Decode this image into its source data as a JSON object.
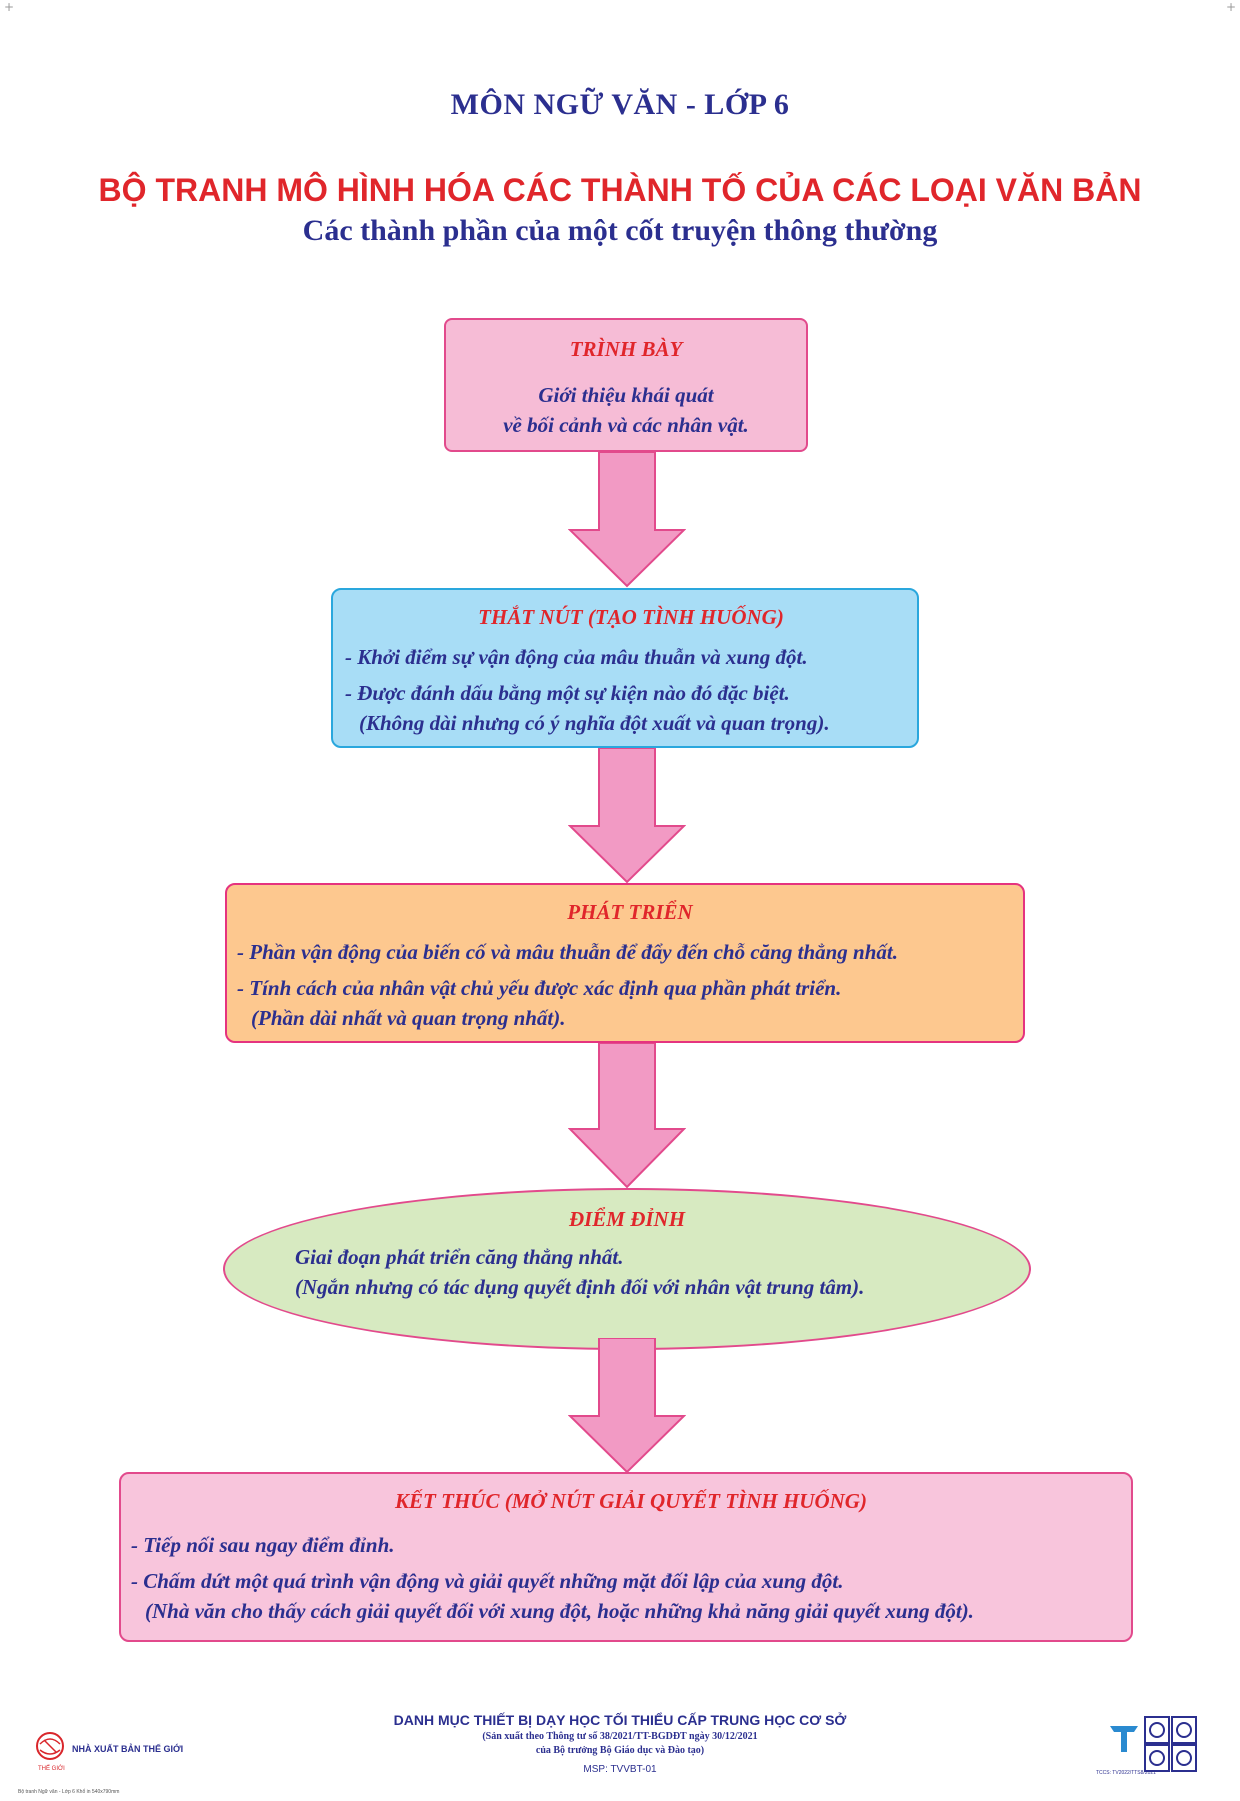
{
  "header": {
    "subject": "MÔN NGỮ VĂN - LỚP 6",
    "title": "BỘ TRANH MÔ HÌNH HÓA CÁC THÀNH TỐ CỦA CÁC LOẠI VĂN BẢN",
    "subtitle": "Các thành phần của một cốt truyện thông thường"
  },
  "stages": [
    {
      "title": "TRÌNH BÀY",
      "lines": [
        "Giới thiệu khái quát",
        "về bối cảnh và các nhân vật."
      ]
    },
    {
      "title": "THẮT NÚT (TẠO TÌNH HUỐNG)",
      "lines": [
        "- Khởi điểm sự vận động của mâu thuẫn và xung đột.",
        "- Được đánh dấu bằng một sự kiện nào đó đặc biệt.",
        "(Không dài nhưng có ý nghĩa đột xuất và quan trọng)."
      ]
    },
    {
      "title": "PHÁT TRIỂN",
      "lines": [
        "- Phần vận động của biến cố và mâu thuẫn để đẩy đến chỗ căng thẳng nhất.",
        "- Tính cách của nhân vật chủ yếu được xác định qua phần phát triển.",
        "(Phần dài nhất và quan trọng nhất)."
      ]
    },
    {
      "title": "ĐIỂM ĐỈNH",
      "lines": [
        "Giai đoạn phát triển căng thẳng nhất.",
        "(Ngắn nhưng có tác dụng quyết định đối với nhân vật trung tâm)."
      ]
    },
    {
      "title": "KẾT THÚC (MỞ NÚT GIẢI QUYẾT TÌNH HUỐNG)",
      "lines": [
        "- Tiếp nối sau ngay điểm đỉnh.",
        "- Chấm dứt một quá trình vận động và giải quyết những mặt đối lập của xung đột.",
        "(Nhà văn cho thấy cách giải quyết đối với xung đột, hoặc những khả năng giải quyết xung đột)."
      ]
    }
  ],
  "footer": {
    "catalog": "DANH MỤC THIẾT BỊ DẠY HỌC TỐI THIỂU CẤP TRUNG HỌC CƠ SỞ",
    "regulation": "(Sản xuất theo Thông tư số 38/2021/TT-BGDĐT ngày 30/12/2021",
    "ministry": "của Bộ trưởng Bộ Giáo dục và Đào tạo)",
    "msp": "MSP: TVVBT-01",
    "publisher": "NHÀ XUẤT BẢN THẾ GIỚI",
    "publisher_brand": "THẾ GIỚI",
    "tcvn": "TCCS: TV2022/TTS8/2021",
    "file_info": "Bộ tranh Ngữ văn - Lớp 6 Khổ in 540x790mm"
  },
  "colors": {
    "navy": "#2b2f8f",
    "red": "#e0262b",
    "arrow": "#f29ac4",
    "arrow_stroke": "#e24a8c"
  }
}
